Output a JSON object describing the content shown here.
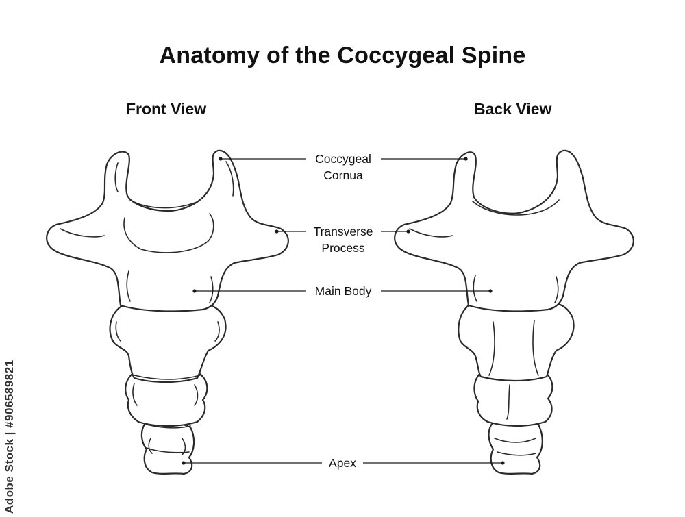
{
  "title": "Anatomy of the Coccygeal Spine",
  "views": {
    "front": "Front View",
    "back": "Back View"
  },
  "labels": {
    "cornua_line1": "Coccygeal",
    "cornua_line2": "Cornua",
    "transverse_line1": "Transverse",
    "transverse_line2": "Process",
    "main_body": "Main Body",
    "apex": "Apex"
  },
  "watermark": "Adobe Stock | #906589821",
  "colors": {
    "outline": "#2a2a2a",
    "background": "#ffffff",
    "text": "#111111"
  }
}
